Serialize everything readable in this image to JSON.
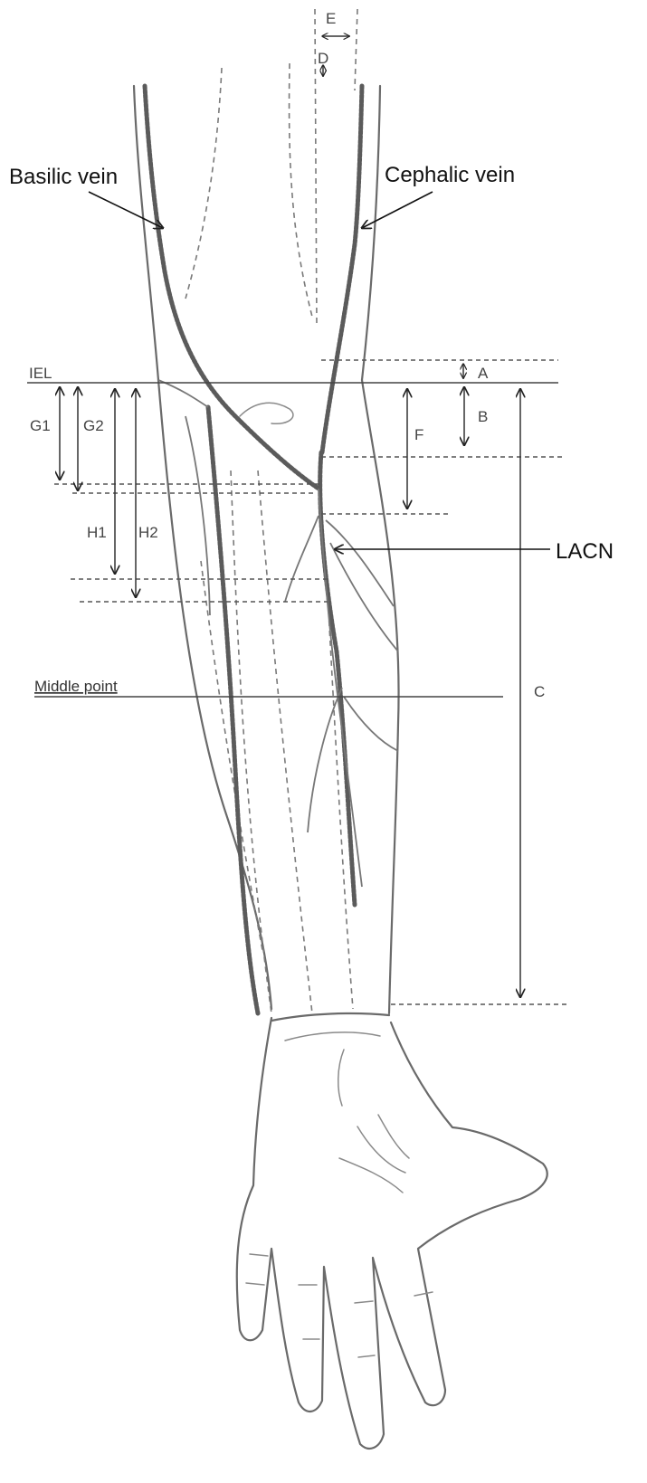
{
  "labels": {
    "basilic": "Basilic vein",
    "cephalic": "Cephalic vein",
    "lacn": "LACN",
    "iel": "IEL",
    "middle": "Middle point",
    "a": "A",
    "b": "B",
    "c": "C",
    "d": "D",
    "e": "E",
    "f": "F",
    "g1": "G1",
    "g2": "G2",
    "h1": "H1",
    "h2": "H2"
  }
}
